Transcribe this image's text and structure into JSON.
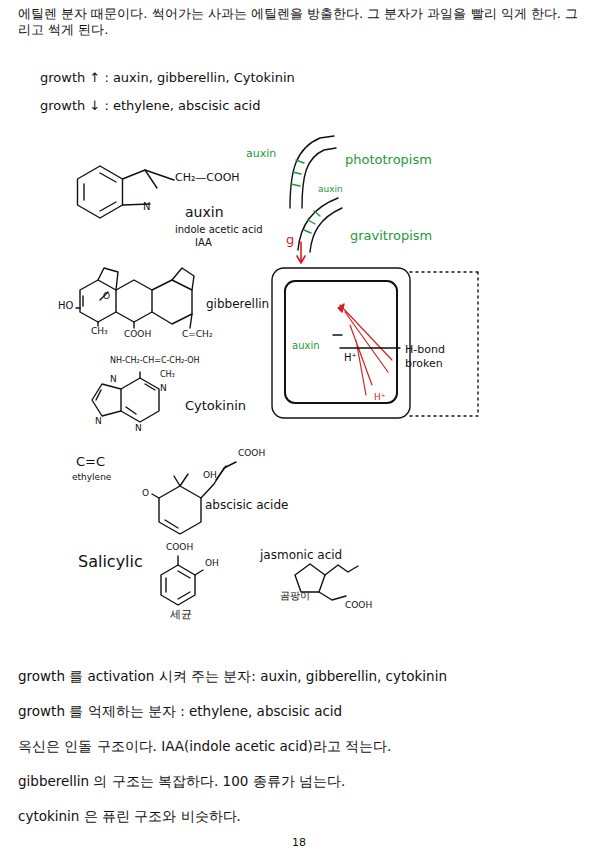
{
  "diagram": {
    "labels": [
      "에틸렌 분자 때문이다. 썩어가는 사과는 에틸렌을 방출한다. 그 분자가 과일을 빨리 익게 한다. 그리고 썩게 된다.",
      "growth ↑ : auxin, gibberellin, Cytokinin",
      "growth ↓ : ethylene, abscisic acid",
      "CH₂—COOH",
      "N",
      "auxin",
      "indole acetic acid",
      "IAA",
      "HO",
      "O",
      "CH₃",
      "COOH",
      "C=CH₂",
      "gibberellin",
      "NH-CH₂-CH=C-CH₂-OH",
      "CH₃",
      "N",
      "N",
      "N",
      "N",
      "Cytokinin",
      "C=C",
      "ethylene",
      "COOH",
      "OH",
      "O",
      "abscisic acide",
      "Salicylic",
      "COOH",
      "OH",
      "세균",
      "jasmonic acid",
      "곰팡이",
      "COOH",
      "auxin",
      "phototropism",
      "auxin",
      "gravitropism",
      "g",
      "auxin",
      "H⁺",
      "H-bond broken",
      "H⁺",
      "growth 를 activation 시켜 주는 분자: auxin, gibberellin, cytokinin",
      "growth 를 억제하는 분자 : ethylene, abscisic acid",
      "옥신은 인돌 구조이다. IAA(indole acetic acid)라고 적는다.",
      "gibberellin 의 구조는 복잡하다. 100 종류가 넘는다.",
      "cytokinin 은 퓨린 구조와 비슷하다.",
      "18"
    ]
  }
}
